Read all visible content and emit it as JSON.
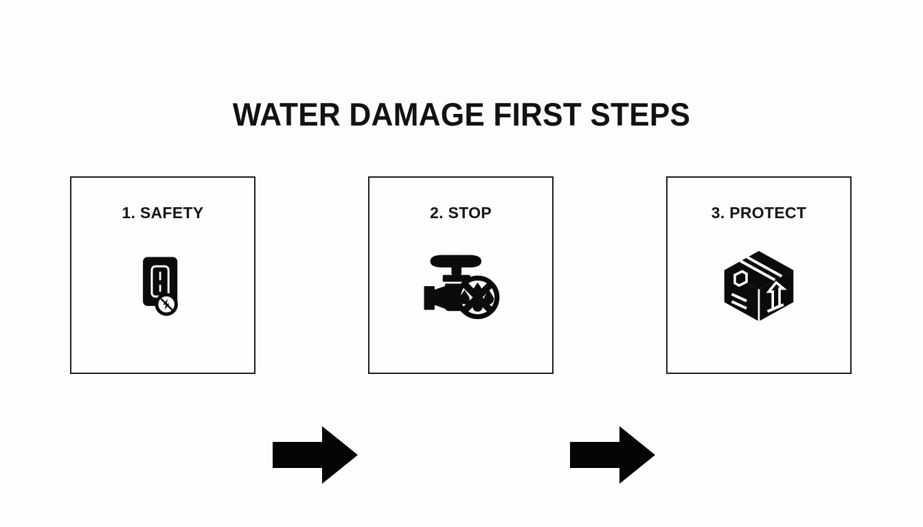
{
  "page": {
    "title": "WATER DAMAGE FIRST STEPS",
    "background_color": "#fdfdfd",
    "ink_color": "#111111",
    "border_color": "#1c1c1c"
  },
  "steps": [
    {
      "label": "1. SAFETY",
      "icon": "electrical-switch-no-power-icon"
    },
    {
      "label": "2. STOP",
      "icon": "water-valve-shutoff-icon"
    },
    {
      "label": "3. PROTECT",
      "icon": "cardboard-box-this-way-up-icon"
    }
  ],
  "connectors": [
    {
      "icon": "arrow-right-icon"
    },
    {
      "icon": "arrow-right-icon"
    }
  ]
}
